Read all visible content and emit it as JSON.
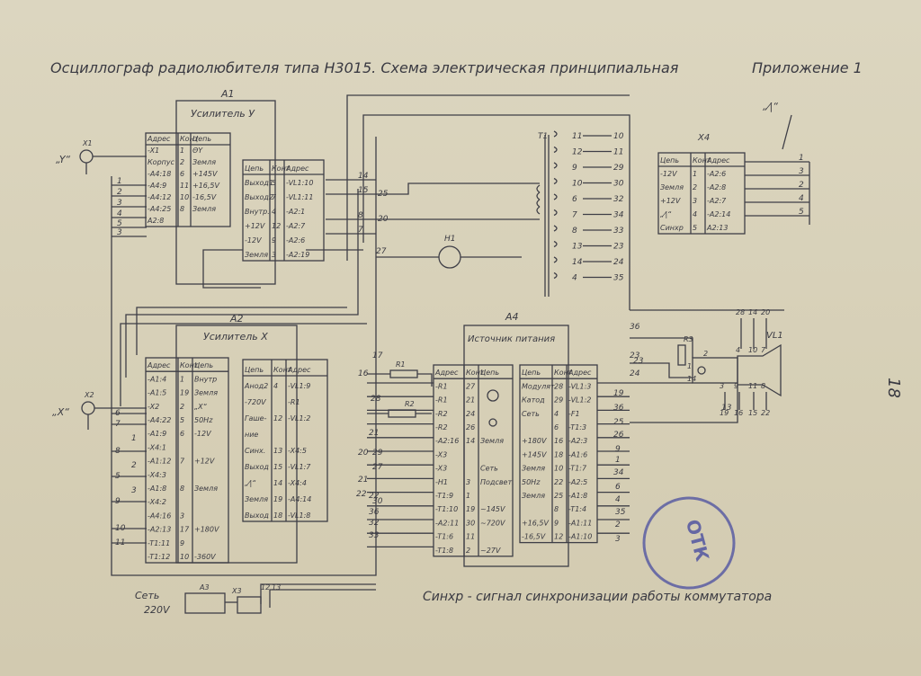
{
  "title": "Осциллограф радиолюбителя типа Н3015. Схема электрическая принципиальная",
  "appendix": "Приложение 1",
  "page_number": "18",
  "stamp_text": "ОТК",
  "footer_note": "Синхр - сигнал синхронизации работы коммутатора",
  "marks": {
    "ramp_label": "„⁄|“",
    "input_y": "„Y“",
    "input_x": "„X“"
  },
  "blocks": {
    "a1": {
      "id": "А1",
      "name": "Усилитель У"
    },
    "a2": {
      "id": "А2",
      "name": "Усилитель X"
    },
    "a4": {
      "id": "А4",
      "name": "Источник питания"
    },
    "x4": {
      "id": "X4"
    },
    "t1": {
      "id": "T1"
    },
    "vl1": {
      "id": "VL1"
    },
    "h1": {
      "id": "H1"
    },
    "r3": {
      "id": "R3"
    },
    "r1": {
      "id": "R1"
    },
    "r2": {
      "id": "R2"
    },
    "x1": {
      "id": "X1"
    },
    "x2": {
      "id": "X2"
    },
    "a3": {
      "id": "А3"
    },
    "x3": {
      "id": "X3"
    },
    "mains": {
      "label": "Сеть",
      "voltage": "220V"
    }
  },
  "headers": {
    "addr": "Адрес",
    "cont": "Конт",
    "circ": "Цепь"
  },
  "a1_left": [
    [
      "-X1",
      "1",
      "ΘY"
    ],
    [
      "Корпус",
      "2",
      "Земля"
    ],
    [
      "-A4:18",
      "6",
      "+145V"
    ],
    [
      "-A4:9",
      "11",
      "+16,5V"
    ],
    [
      "-A4:12",
      "10",
      "-16,5V"
    ],
    [
      "-A4:25",
      "8",
      "Земля"
    ],
    [
      "A2:8",
      "",
      ""
    ]
  ],
  "a1_right": [
    [
      "Выход1",
      "5",
      "-VL1:10"
    ],
    [
      "Выход2",
      "7",
      "-VL1:11"
    ],
    [
      "Внутр.",
      "4",
      "-A2:1"
    ],
    [
      "+12V",
      "12",
      "-A2:7"
    ],
    [
      "-12V",
      "9",
      "-A2:6"
    ],
    [
      "Земля",
      "3",
      "-A2:19"
    ]
  ],
  "a2_left": [
    [
      "-A1:4",
      "1",
      "Внутр"
    ],
    [
      "-A1:5",
      "19",
      "Земля"
    ],
    [
      "-X2",
      "2",
      "„X“"
    ],
    [
      "-A4:22",
      "5",
      "50Hz"
    ],
    [
      "-A1:9",
      "6",
      "-12V"
    ],
    [
      "-X4:1",
      "",
      ""
    ],
    [
      "-A1:12",
      "7",
      "+12V"
    ],
    [
      "-X4:3",
      "",
      ""
    ],
    [
      "-A1:8",
      "8",
      "Земля"
    ],
    [
      "-X4:2",
      "",
      ""
    ],
    [
      "-A4:16",
      "3",
      ""
    ],
    [
      "-A2:13",
      "17",
      "+180V"
    ],
    [
      "-T1:11",
      "9",
      ""
    ],
    [
      "-T1:12",
      "10",
      "-360V"
    ]
  ],
  "a2_right": [
    [
      "Анод2",
      "4",
      "-VL1:9"
    ],
    [
      "-720V",
      "",
      "-R1"
    ],
    [
      "Гаше-",
      "12",
      "-VL1:2"
    ],
    [
      "ние",
      "",
      ""
    ],
    [
      "Синх.",
      "13",
      "-X4:5"
    ],
    [
      "Выход",
      "15",
      "-VL1:7"
    ],
    [
      "„⁄|“",
      "14",
      "-X4:4"
    ],
    [
      "Земля",
      "19",
      "-A4:14"
    ],
    [
      "Выход",
      "18",
      "-VL1:8"
    ]
  ],
  "a4_left": [
    [
      "-R1",
      "27",
      ""
    ],
    [
      "-R1",
      "21",
      ""
    ],
    [
      "-R2",
      "24",
      ""
    ],
    [
      "-R2",
      "26",
      ""
    ],
    [
      "-A2:16",
      "14",
      "Земля"
    ],
    [
      "-X3",
      "",
      ""
    ],
    [
      "-X3",
      "",
      "Сеть"
    ],
    [
      "-H1",
      "3",
      "Подсвет."
    ],
    [
      "-T1:9",
      "1",
      ""
    ],
    [
      "-T1:10",
      "19",
      "~145V"
    ],
    [
      "-A2:11",
      "30",
      "~720V"
    ],
    [
      "-T1:6",
      "11",
      ""
    ],
    [
      "-T1:8",
      "2",
      "~27V"
    ]
  ],
  "a4_right": [
    [
      "Модулят.",
      "28",
      "-VL1:3"
    ],
    [
      "Катод",
      "29",
      "-VL1:2"
    ],
    [
      "Сеть",
      "4",
      "-F1"
    ],
    [
      "",
      "6",
      "-T1:3"
    ],
    [
      "+180V",
      "16",
      "-A2:3"
    ],
    [
      "+145V",
      "18",
      "-A1:6"
    ],
    [
      "Земля",
      "10",
      "-T1:7"
    ],
    [
      "50Hz",
      "22",
      "-A2:5"
    ],
    [
      "Земля",
      "25",
      "-A1:8"
    ],
    [
      "",
      "8",
      "-T1:4"
    ],
    [
      "+16,5V",
      "9",
      "-A1:11"
    ],
    [
      "-16,5V",
      "12",
      "-A1:10"
    ]
  ],
  "x4_rows": [
    [
      "-12V",
      "1",
      "-A2:6"
    ],
    [
      "Земля",
      "2",
      "-A2:8"
    ],
    [
      "+12V",
      "3",
      "-A2:7"
    ],
    [
      "„⁄|“",
      "4",
      "-A2:14"
    ],
    [
      "Синхр",
      "5",
      "A2:13"
    ]
  ],
  "x4_out": [
    "1",
    "3",
    "2",
    "4",
    "5"
  ],
  "t1_pins_left": [
    "11",
    "12",
    "9",
    "10",
    "6",
    "7",
    "8",
    "13",
    "14",
    "4"
  ],
  "t1_pins_right": [
    "10",
    "11",
    "29",
    "30",
    "32",
    "34",
    "33",
    "23",
    "24",
    "35"
  ],
  "wire_numbers": {
    "a1_left": [
      "1",
      "2",
      "3",
      "4",
      "5",
      "3"
    ],
    "a1_right": [
      "14",
      "15",
      "8",
      "7"
    ],
    "mid": [
      "25",
      "20",
      "27",
      "17",
      "16",
      "28",
      "21",
      "22",
      "23",
      "20",
      "21",
      "22",
      "29",
      "30",
      "36",
      "32",
      "33",
      "13",
      "27",
      "19",
      "36",
      "25",
      "26",
      "9",
      "1",
      "34",
      "6",
      "4",
      "35",
      "2",
      "3",
      "24",
      "23",
      "36"
    ],
    "a2_left": [
      "6",
      "7",
      "8",
      "5",
      "9",
      "10",
      "11",
      "1",
      "2",
      "3"
    ],
    "mains": [
      "12",
      "13"
    ],
    "vl1": [
      "28",
      "14",
      "20",
      "4",
      "10",
      "7",
      "3",
      "9",
      "11",
      "8",
      "19",
      "16",
      "15",
      "22",
      "2",
      "1",
      "14"
    ]
  }
}
